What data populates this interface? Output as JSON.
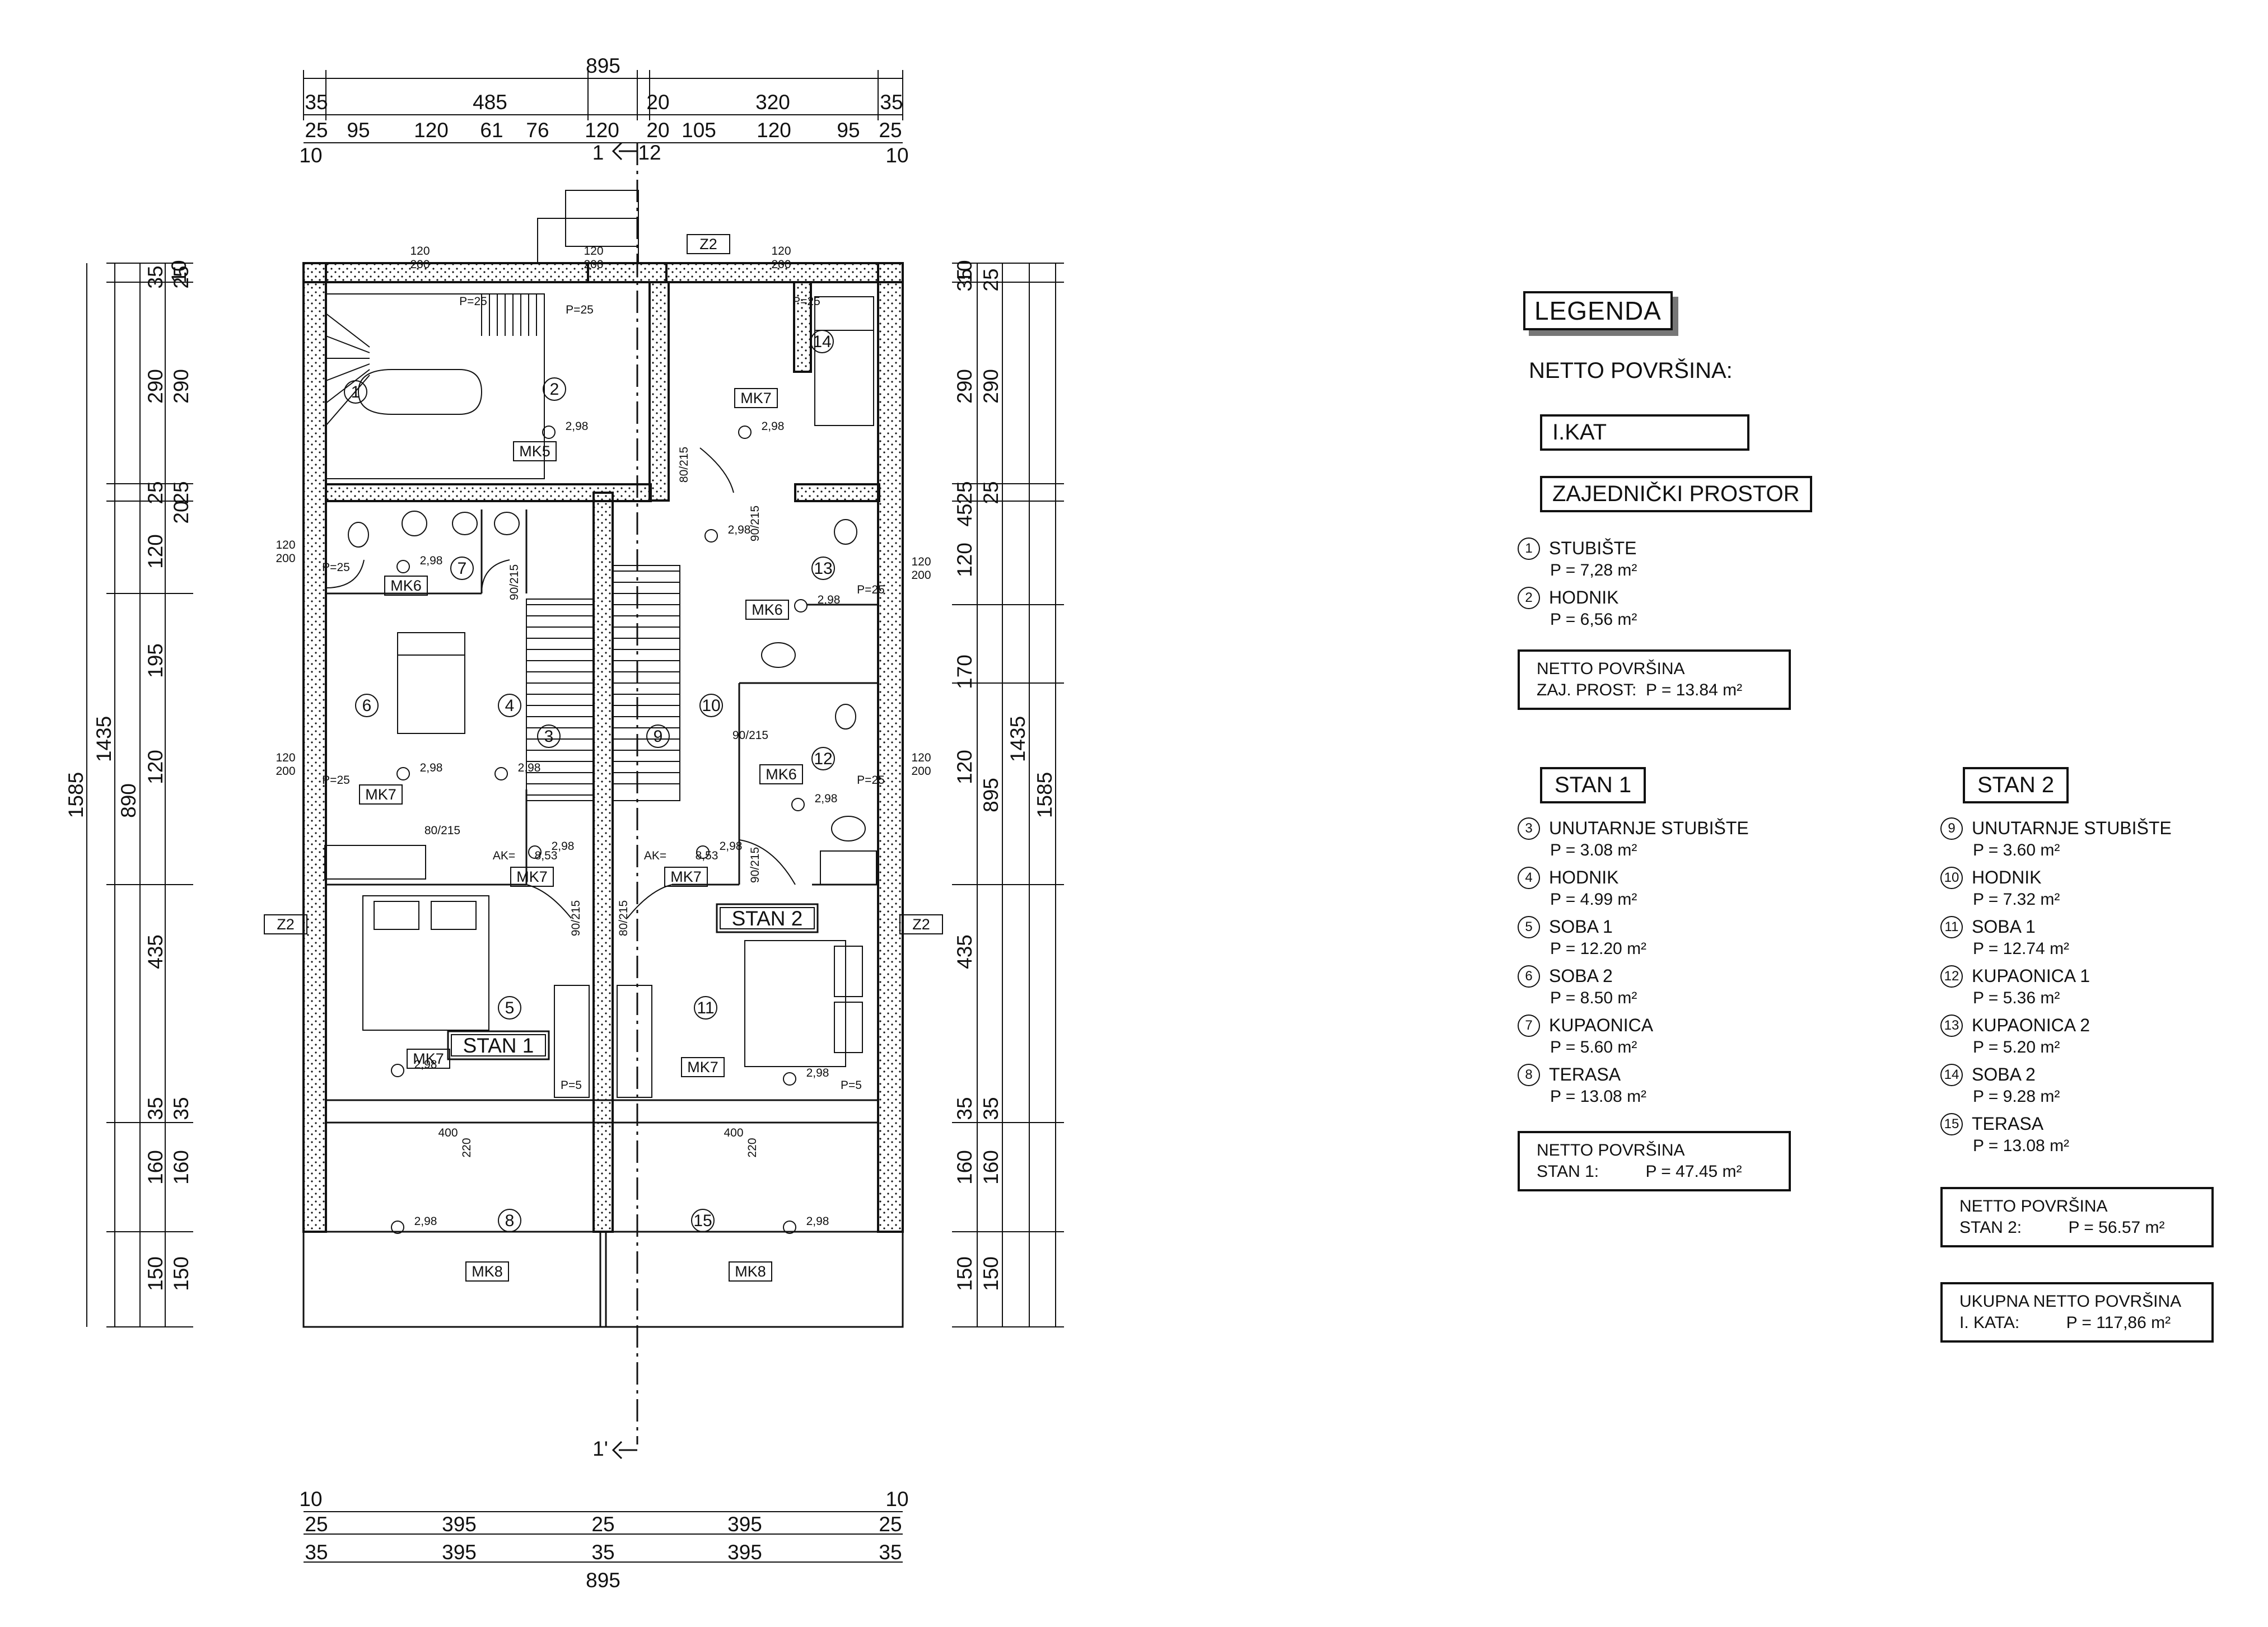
{
  "dimensions": {
    "top_total": "895",
    "top_row1": [
      "35",
      "485",
      "20",
      "320",
      "35"
    ],
    "top_row2": [
      "25",
      "95",
      "120",
      "61",
      "76",
      "120",
      "20",
      "105",
      "120",
      "95",
      "25"
    ],
    "top_ends": [
      "10",
      "10"
    ],
    "bottom_row1": [
      "10",
      "10"
    ],
    "bottom_row2": [
      "25",
      "395",
      "25",
      "395",
      "25"
    ],
    "bottom_row3": [
      "35",
      "395",
      "35",
      "395",
      "35"
    ],
    "bottom_total": "895",
    "left_outer": [
      "1585"
    ],
    "left_mid": [
      "1435",
      "890"
    ],
    "left_inner": [
      "35",
      "290",
      "25",
      "120",
      "195",
      "120",
      "435",
      "35",
      "160",
      "150"
    ],
    "left_inner2": [
      "25",
      "290",
      "25",
      "20",
      "35",
      "160",
      "150"
    ],
    "left_top_small": [
      "10"
    ],
    "right_inner": [
      "10",
      "35",
      "290",
      "25",
      "45",
      "120",
      "170",
      "120",
      "435",
      "35",
      "160",
      "150"
    ],
    "right_inner2": [
      "25",
      "290",
      "25",
      "895",
      "35",
      "160",
      "150"
    ],
    "right_mid": [
      "1435"
    ],
    "right_outer": [
      "1585"
    ]
  },
  "plan": {
    "section_top": "1",
    "section_top_code": "12",
    "section_bottom": "1'",
    "rooms": [
      "1",
      "2",
      "3",
      "4",
      "5",
      "6",
      "7",
      "8",
      "9",
      "10",
      "11",
      "12",
      "13",
      "14",
      "15"
    ],
    "elevation": "2,98",
    "ak_label": "AK=",
    "ak_value": "8,53",
    "tags": {
      "mk5": "MK5",
      "mk6": "MK6",
      "mk7": "MK7",
      "mk8": "MK8",
      "z2": "Z2"
    },
    "stan1": "STAN 1",
    "stan2": "STAN 2",
    "door_labels": [
      "90/215",
      "80/215",
      "90/215",
      "80/215",
      "90/215",
      "90/215",
      "90/215",
      "80/215"
    ],
    "window_labels": [
      "120",
      "200"
    ],
    "parapet": [
      "P=25",
      "P=5"
    ],
    "terrace_window": [
      "400",
      "220"
    ]
  },
  "legend": {
    "title": "LEGENDA",
    "netto": "NETTO POVRŠINA:",
    "floor": "I.KAT",
    "common": "ZAJEDNIČKI PROSTOR",
    "common_items": [
      {
        "num": "1",
        "name": "STUBIŠTE",
        "area": "P = 7,28 m²"
      },
      {
        "num": "2",
        "name": "HODNIK",
        "area": "P = 6,56 m²"
      }
    ],
    "common_sum": [
      "NETTO POVRŠINA",
      "ZAJ. PROST:  P = 13.84 m²"
    ],
    "stan1": "STAN 1",
    "stan1_items": [
      {
        "num": "3",
        "name": "UNUTARNJE STUBIŠTE",
        "area": "P = 3.08 m²"
      },
      {
        "num": "4",
        "name": "HODNIK",
        "area": "P = 4.99 m²"
      },
      {
        "num": "5",
        "name": "SOBA 1",
        "area": "P = 12.20 m²"
      },
      {
        "num": "6",
        "name": "SOBA 2",
        "area": "P = 8.50 m²"
      },
      {
        "num": "7",
        "name": "KUPAONICA",
        "area": "P = 5.60 m²"
      },
      {
        "num": "8",
        "name": "TERASA",
        "area": "P = 13.08 m²"
      }
    ],
    "stan1_sum": [
      "NETTO POVRŠINA",
      "STAN 1:          P = 47.45 m²"
    ],
    "stan2": "STAN 2",
    "stan2_items": [
      {
        "num": "9",
        "name": "UNUTARNJE STUBIŠTE",
        "area": "P = 3.60 m²"
      },
      {
        "num": "10",
        "name": "HODNIK",
        "area": "P = 7.32 m²"
      },
      {
        "num": "11",
        "name": "SOBA 1",
        "area": "P = 12.74 m²"
      },
      {
        "num": "12",
        "name": "KUPAONICA 1",
        "area": "P = 5.36 m²"
      },
      {
        "num": "13",
        "name": "KUPAONICA 2",
        "area": "P = 5.20 m²"
      },
      {
        "num": "14",
        "name": "SOBA 2",
        "area": "P = 9.28 m²"
      },
      {
        "num": "15",
        "name": "TERASA",
        "area": "P = 13.08 m²"
      }
    ],
    "stan2_sum": [
      "NETTO POVRŠINA",
      "STAN 2:          P = 56.57 m²"
    ],
    "total_sum": [
      "UKUPNA NETTO POVRŠINA",
      "I. KATA:          P = 117,86 m²"
    ]
  }
}
